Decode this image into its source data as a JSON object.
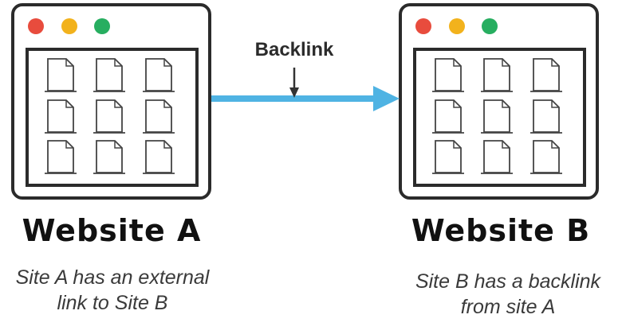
{
  "connector": {
    "label": "Backlink"
  },
  "sites": [
    {
      "title": "Website A",
      "caption": [
        "Site A has an external",
        "link to Site B"
      ]
    },
    {
      "title": "Website B",
      "caption": [
        "Site B has a backlink",
        "from site A"
      ]
    }
  ],
  "colors": {
    "window_frame": "#2b2b2b",
    "button_red": "#e84c3d",
    "button_yellow": "#f2b21c",
    "button_green": "#27ae60",
    "arrow": "#4fb3e3",
    "page_icon": "#444444",
    "caption_text": "#3a3a3a"
  }
}
